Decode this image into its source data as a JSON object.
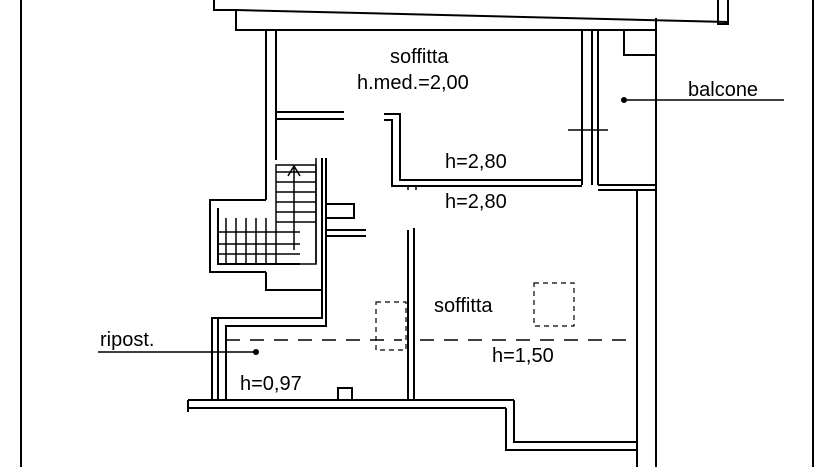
{
  "labels": {
    "attic_top": "soffitta",
    "attic_top_height": "h.med.=2,00",
    "balcony": "balcone",
    "ceiling_upper": "h=2,80",
    "ceiling_lower": "h=2,80",
    "attic_bottom": "soffitta",
    "attic_bottom_height": "h=1,50",
    "storage": "ripost.",
    "storage_height": "h=0,97"
  },
  "colors": {
    "line": "#000000",
    "background": "#ffffff"
  }
}
